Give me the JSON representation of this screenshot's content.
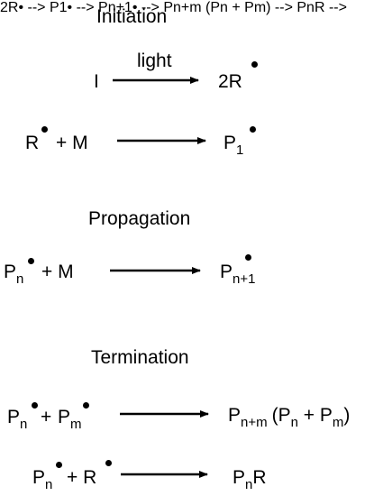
{
  "sections": {
    "initiation": "Initiation",
    "propagation": "Propagation",
    "termination": "Termination"
  },
  "initiation": {
    "r1": {
      "reactant": "I",
      "condition": "light",
      "product": "2R"
    },
    "r2": {
      "reactant_a": "R",
      "plus": "+ M",
      "product_base": "P",
      "product_sub": "1"
    }
  },
  "propagation": {
    "r1": {
      "reactant_base": "P",
      "reactant_sub": "n",
      "plus": "+ M",
      "product_base": "P",
      "product_sub": "n+1"
    }
  },
  "termination": {
    "r1": {
      "a_base": "P",
      "a_sub": "n",
      "plus": "+",
      "b_base": "P",
      "b_sub": "m",
      "product_base": "P",
      "product_sub": "n+m",
      "alt_open": "(P",
      "alt_sub1": "n",
      "alt_plus": " + P",
      "alt_sub2": "m",
      "alt_close": ")"
    },
    "r2": {
      "a_base": "P",
      "a_sub": "n",
      "plus": "+ R",
      "product_base": "P",
      "product_sub": "n",
      "product_tail": "R"
    }
  }
}
